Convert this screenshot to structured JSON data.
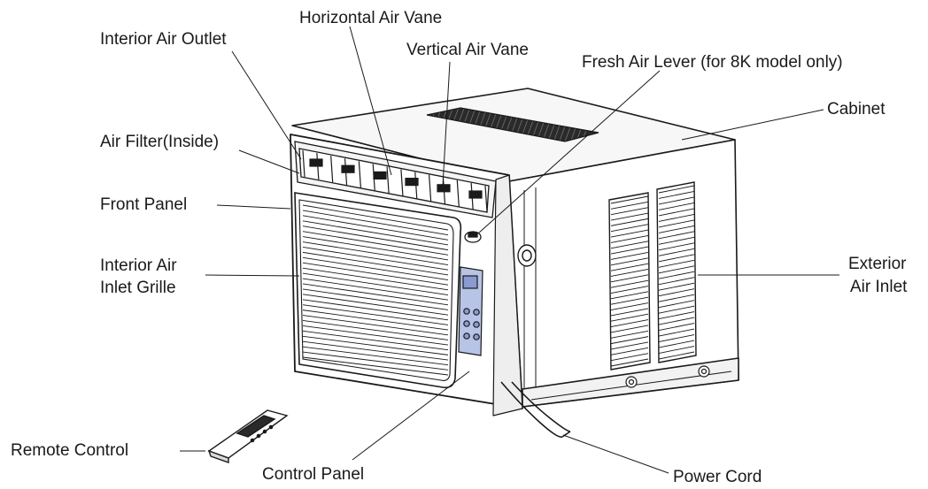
{
  "labels": {
    "interior_air_outlet": "Interior Air Outlet",
    "horizontal_air_vane": "Horizontal Air Vane",
    "vertical_air_vane": "Vertical Air Vane",
    "fresh_air_lever": "Fresh Air Lever (for 8K model only)",
    "cabinet": "Cabinet",
    "air_filter": "Air Filter(Inside)",
    "front_panel": "Front Panel",
    "interior_air_inlet_grille_line1": "Interior Air",
    "interior_air_inlet_grille_line2": "Inlet Grille",
    "exterior_air_inlet_line1": "Exterior",
    "exterior_air_inlet_line2": "Air Inlet",
    "remote_control": "Remote Control",
    "control_panel": "Control Panel",
    "power_cord": "Power Cord"
  },
  "colors": {
    "line": "#1a1a1a",
    "panel_blue": "#b8c4e6",
    "panel_blue_dark": "#8b9ad0",
    "body_fill": "#ffffff",
    "shade": "#e6e6e6"
  }
}
